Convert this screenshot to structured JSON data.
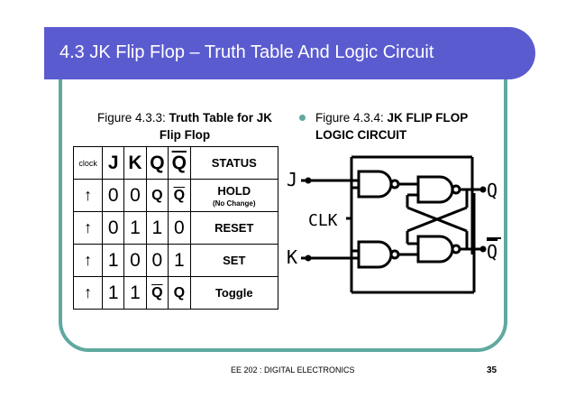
{
  "slide": {
    "title": "4.3 JK Flip Flop – Truth Table And Logic Circuit",
    "footer": "EE 202 : DIGITAL ELECTRONICS",
    "page_number": "35"
  },
  "figure_left": {
    "prefix": "Figure 4.3.3: ",
    "bold_line1": "Truth Table for JK",
    "bold_line2": "Flip Flop"
  },
  "figure_right": {
    "prefix": "Figure 4.3.4:  ",
    "bold_line1": "JK FLIP FLOP",
    "bold_line2": "LOGIC CIRCUIT"
  },
  "truth_table": {
    "headers": {
      "clock": "clock",
      "j": "J",
      "k": "K",
      "q": "Q",
      "qbar": "Q",
      "status": "STATUS"
    },
    "rows": [
      {
        "clock": "↑",
        "j": "0",
        "k": "0",
        "q": "Q",
        "qbar": "Q",
        "status": "HOLD",
        "status_sub": "(No Change)"
      },
      {
        "clock": "↑",
        "j": "0",
        "k": "1",
        "q": "1",
        "qbar": "0",
        "status": "RESET",
        "status_sub": ""
      },
      {
        "clock": "↑",
        "j": "1",
        "k": "0",
        "q": "0",
        "qbar": "1",
        "status": "SET",
        "status_sub": ""
      },
      {
        "clock": "↑",
        "j": "1",
        "k": "1",
        "q": "Q",
        "qbar": "Q",
        "status": "Toggle",
        "status_sub": ""
      }
    ]
  },
  "circuit": {
    "label_j": "J",
    "label_k": "K",
    "label_clk": "CLK",
    "label_q": "Q",
    "label_qbar": "Q"
  },
  "colors": {
    "title_bar": "#5b5bd0",
    "frame": "#5fa9a0"
  }
}
